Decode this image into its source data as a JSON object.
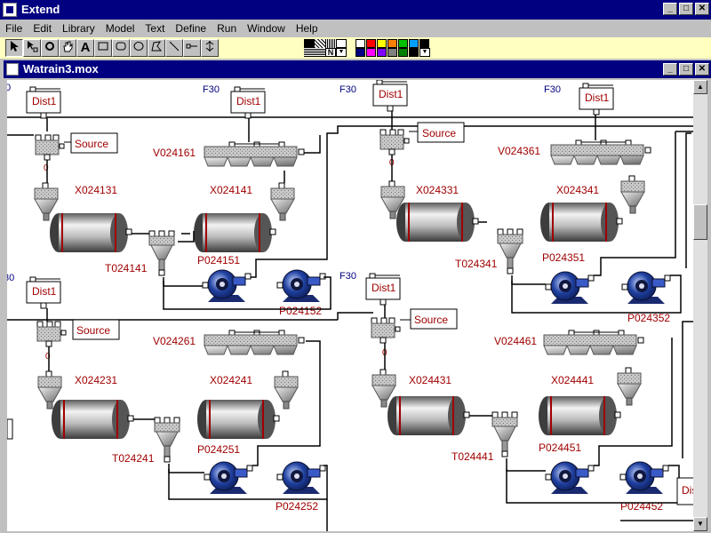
{
  "app": {
    "title": "Extend"
  },
  "window_buttons": {
    "minimize": "_",
    "maximize": "□",
    "close": "✕"
  },
  "menu": [
    "File",
    "Edit",
    "Library",
    "Model",
    "Text",
    "Define",
    "Run",
    "Window",
    "Help"
  ],
  "toolbar": {
    "tools": [
      "arrow-tool-icon",
      "block-tool-icon",
      "clone-tool-icon",
      "hand-tool-icon",
      "text-tool-icon",
      "rectangle-tool-icon",
      "round-rect-tool-icon",
      "oval-tool-icon",
      "polygon-tool-icon",
      "line-tool-icon",
      "connection-tool-icon",
      "scale-tool-icon"
    ],
    "pattern_label": "N",
    "colors": [
      "#ffffff",
      "#ff0000",
      "#ffff00",
      "#00ff00",
      "#00ffff",
      "#0000ff",
      "#ff00ff",
      "#000000",
      "#808080",
      "#008000"
    ]
  },
  "document": {
    "title": "Watrain3.mox"
  },
  "colors": {
    "block_label": "#a00000",
    "param_label": "#000080",
    "titlebar": "#000080"
  },
  "labels": {
    "dist1": "Dist1",
    "source": "Source",
    "f30": "F30",
    "v024161": "V024161",
    "x024131": "X024131",
    "x024141": "X024141",
    "t024141": "T024141",
    "p024151": "P024151",
    "p024152": "P024152",
    "v024361": "V024361",
    "x024331": "X024331",
    "x024341": "X024341",
    "t024341": "T024341",
    "p024351": "P024351",
    "p024352": "P024352",
    "v024261": "V024261",
    "x024231": "X024231",
    "x024241": "X024241",
    "t024241": "T024241",
    "p024251": "P024251",
    "p024252": "P024252",
    "v024461": "V024461",
    "x024431": "X024431",
    "x024441": "X024441",
    "t024441": "T024441",
    "p024451": "P024451",
    "p024452": "P024452",
    "edge_f30_left_top": "0",
    "edge_f30_left_bottom": "30",
    "edge_dist_right": "Dis",
    "indicator": "0"
  }
}
